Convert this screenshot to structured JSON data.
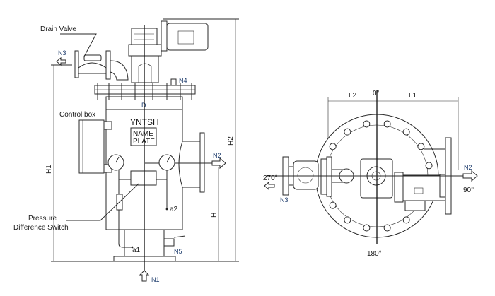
{
  "front_view": {
    "drain_valve": "Drain Valve",
    "control_box": "Control box",
    "brand": "YNTSH",
    "name_plate": [
      "NAME",
      "PLATE"
    ],
    "pressure_switch": [
      "Pressure",
      "Difference Switch"
    ],
    "nozzles": {
      "n1": "N1",
      "n2": "N2",
      "n3": "N3",
      "n4": "N4",
      "n5": "N5"
    },
    "ports": {
      "a1": "a1",
      "a2": "a2"
    },
    "dims": {
      "d": "D",
      "h": "H",
      "h1": "H1",
      "h2": "H2"
    }
  },
  "top_view": {
    "angles": {
      "a0": "0°",
      "a90": "90°",
      "a180": "180°",
      "a270": "270°"
    },
    "dims": {
      "l1": "L1",
      "l2": "L2"
    },
    "nozzles": {
      "n2": "N2",
      "n3": "N3"
    }
  },
  "colors": {
    "line": "#2a2a2a",
    "label_blue": "#1b3a6b"
  }
}
